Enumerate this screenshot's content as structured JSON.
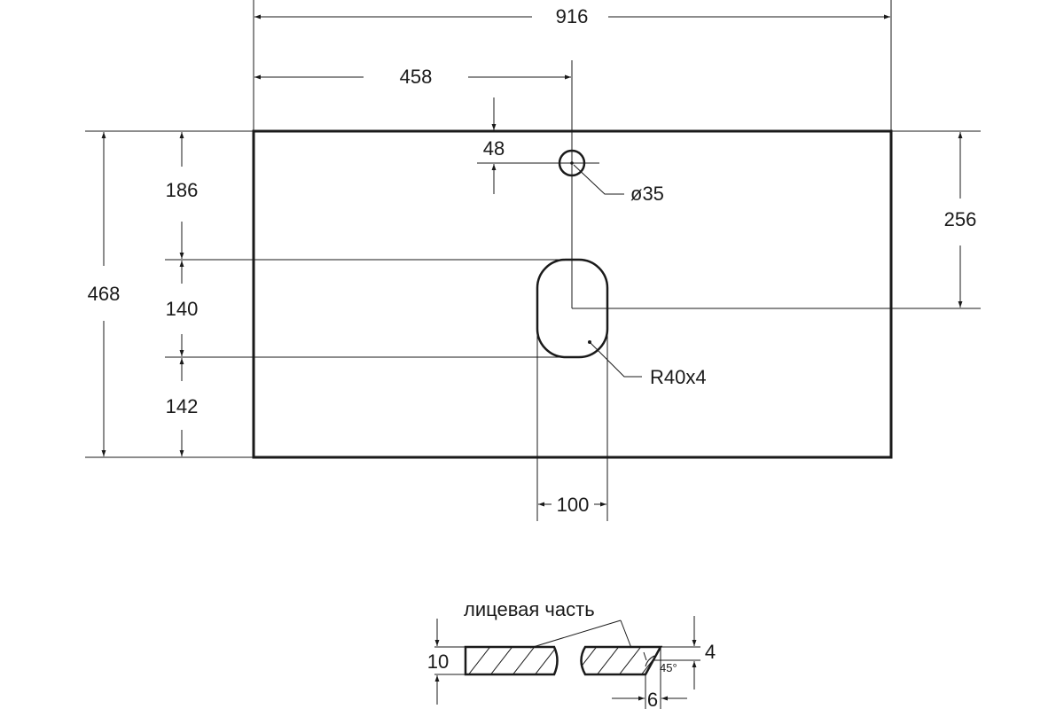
{
  "dimensions": {
    "overall_width": "916",
    "half_width": "458",
    "hole_offset": "48",
    "hole_diameter": "ø35",
    "total_height": "468",
    "top_section": "186",
    "middle_section": "140",
    "bottom_section": "142",
    "right_offset": "256",
    "cutout_radius": "R40x4",
    "cutout_width": "100"
  },
  "profile": {
    "face_label": "лицевая часть",
    "thickness": "10",
    "chamfer_depth": "4",
    "chamfer_angle": "45°",
    "chamfer_width": "6"
  }
}
